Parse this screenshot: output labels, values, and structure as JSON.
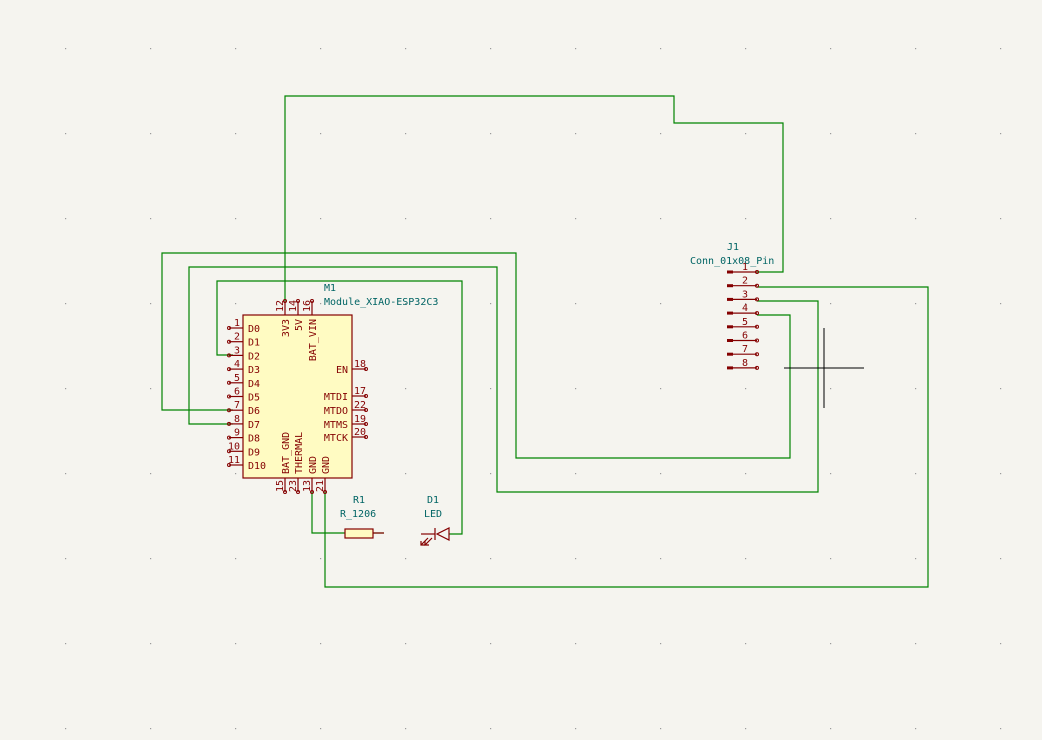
{
  "schematic": {
    "module": {
      "ref": "M1",
      "value": "Module_XIAO-ESP32C3",
      "left_pins": [
        {
          "num": "1",
          "name": "D0"
        },
        {
          "num": "2",
          "name": "D1"
        },
        {
          "num": "3",
          "name": "D2"
        },
        {
          "num": "4",
          "name": "D3"
        },
        {
          "num": "5",
          "name": "D4"
        },
        {
          "num": "6",
          "name": "D5"
        },
        {
          "num": "7",
          "name": "D6"
        },
        {
          "num": "8",
          "name": "D7"
        },
        {
          "num": "9",
          "name": "D8"
        },
        {
          "num": "10",
          "name": "D9"
        },
        {
          "num": "11",
          "name": "D10"
        }
      ],
      "right_pins": [
        {
          "num": "18",
          "name": "EN"
        },
        {
          "num": "17",
          "name": "MTDI"
        },
        {
          "num": "22",
          "name": "MTDO"
        },
        {
          "num": "19",
          "name": "MTMS"
        },
        {
          "num": "20",
          "name": "MTCK"
        }
      ],
      "top_pins": [
        {
          "num": "12",
          "name": "3V3"
        },
        {
          "num": "14",
          "name": "5V"
        },
        {
          "num": "16",
          "name": "BAT_VIN"
        }
      ],
      "bottom_pins": [
        {
          "num": "15",
          "name": "BAT_GND"
        },
        {
          "num": "23",
          "name": "THERMAL"
        },
        {
          "num": "13",
          "name": "GND"
        },
        {
          "num": "21",
          "name": "GND"
        }
      ]
    },
    "resistor": {
      "ref": "R1",
      "value": "R_1206"
    },
    "led": {
      "ref": "D1",
      "value": "LED"
    },
    "connector": {
      "ref": "J1",
      "value": "Conn_01x08_Pin",
      "pins": [
        "1",
        "2",
        "3",
        "4",
        "5",
        "6",
        "7",
        "8"
      ]
    },
    "colors": {
      "background": "#f5f4ef",
      "wire": "#008400",
      "symbol": "#840000",
      "symbol_fill": "#fffbc2",
      "reference_text": "#006464"
    }
  }
}
